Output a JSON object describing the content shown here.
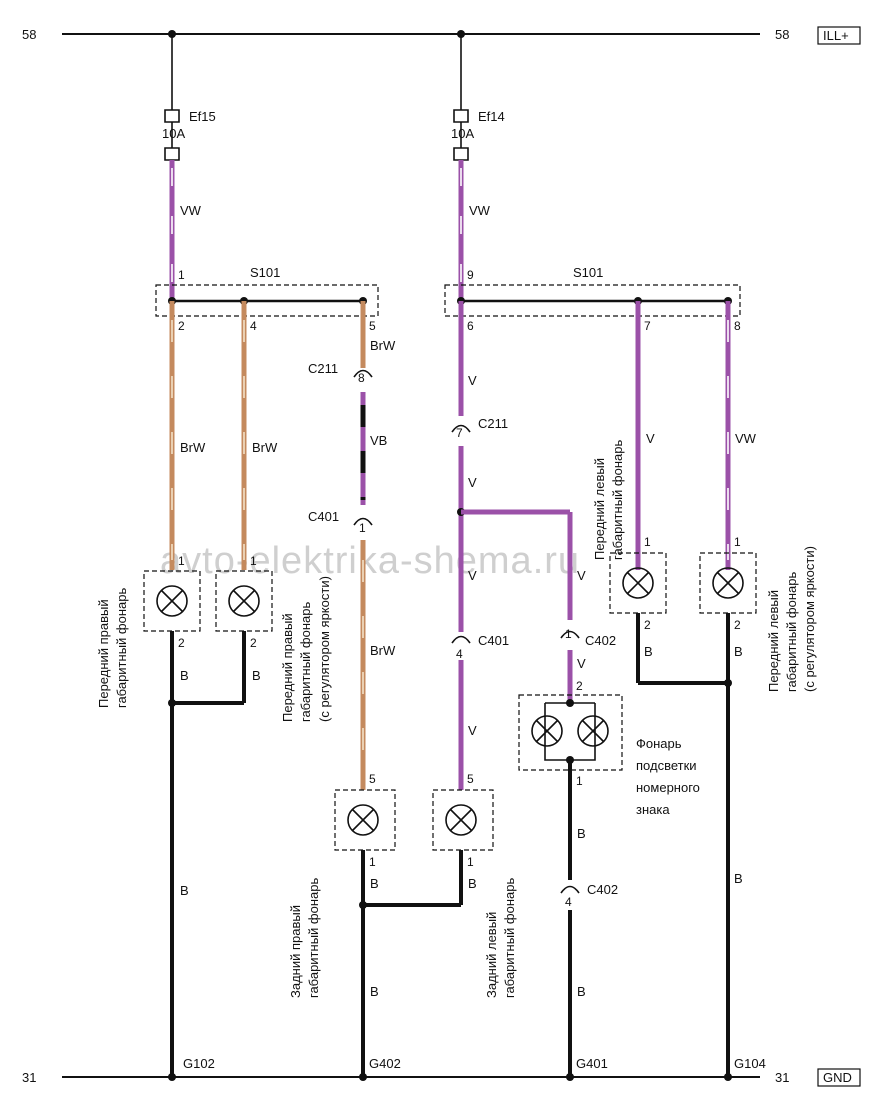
{
  "rails": {
    "top_left_num": "58",
    "top_right_num": "58",
    "top_tag": "ILL+",
    "bottom_left_num": "31",
    "bottom_right_num": "31",
    "bottom_tag": "GND"
  },
  "fuses": {
    "f1_name": "Ef15",
    "f1_rating": "10A",
    "f2_name": "Ef14",
    "f2_rating": "10A"
  },
  "splices": {
    "left_name": "S101",
    "right_name": "S101"
  },
  "pins": {
    "l_in": "1",
    "l_a": "2",
    "l_b": "4",
    "l_c": "5",
    "r_in": "9",
    "r_a": "6",
    "r_b": "7",
    "r_c": "8",
    "fr_r1": "1",
    "fr_r2": "2",
    "fr_r1b": "1",
    "fr_r2b": "2",
    "rr_5": "5",
    "rr_1": "1",
    "rl_5": "5",
    "rl_1": "1",
    "lp_2": "2",
    "lp_1": "1",
    "fl_1": "1",
    "fl_2": "2",
    "fl_1b": "1",
    "fl_2b": "2"
  },
  "connectors": {
    "c211_a_name": "C211",
    "c211_a_pin": "8",
    "c211_b_name": "C211",
    "c211_b_pin": "7",
    "c401_a_name": "C401",
    "c401_a_pin": "1",
    "c401_b_name": "C401",
    "c401_b_pin": "4",
    "c402_a_name": "C402",
    "c402_a_pin": "1",
    "c402_b_name": "C402",
    "c402_b_pin": "4"
  },
  "wire_colors": {
    "vw_left": "VW",
    "vw_right": "VW",
    "brw_1": "BrW",
    "brw_2": "BrW",
    "brw_3": "BrW",
    "brw_4": "BrW",
    "vb": "VB",
    "v_1": "V",
    "v_2": "V",
    "v_3": "V",
    "v_4": "V",
    "v_5": "V",
    "v_6": "V",
    "vw_fl": "VW",
    "b_1": "B",
    "b_2": "B",
    "b_3": "B",
    "b_4": "B",
    "b_5": "B",
    "b_6": "B",
    "b_7": "B",
    "b_8": "B",
    "b_9": "B",
    "b_10": "B",
    "b_11": "B"
  },
  "grounds": {
    "g102": "G102",
    "g402": "G402",
    "g401": "G401",
    "g104": "G104"
  },
  "labels": {
    "front_right_1": "Передний правый",
    "front_right_2": "габаритный фонарь",
    "front_right_dim_1": "Передний правый",
    "front_right_dim_2": "габаритный фонарь",
    "front_right_dim_3": "(с регулятором яркости)",
    "rear_right_1": "Задний правый",
    "rear_right_2": "габаритный фонарь",
    "rear_left_1": "Задний левый",
    "rear_left_2": "габаритный фонарь",
    "front_left_1": "Передний левый",
    "front_left_2": "габаритный фонарь",
    "front_left_dim_1": "Передний левый",
    "front_left_dim_2": "габаритный фонарь",
    "front_left_dim_3": "(с регулятором яркости)",
    "plate_1": "Фонарь",
    "plate_2": "подсветки",
    "plate_3": "номерного",
    "plate_4": "знака"
  },
  "watermark": "avto-elektrika-shema.ru",
  "colors": {
    "violet": "#9b51a8",
    "tan": "#c48a5e",
    "black": "#111111"
  }
}
